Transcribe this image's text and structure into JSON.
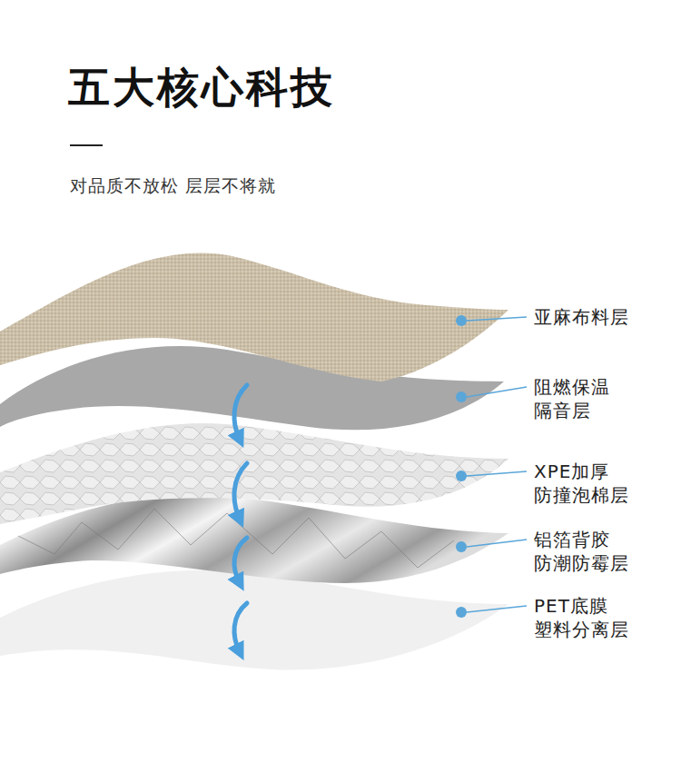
{
  "diagram": {
    "title": "五大核心科技",
    "labels": [
      "对品质不放松 层层不将就",
      "亚麻布料层",
      "阻燃保温 隔音层",
      "XPE加厚 防撞泡棉层",
      "铝箔背胶 防潮防霉层",
      "PET底膜 塑料分离层"
    ]
  }
}
